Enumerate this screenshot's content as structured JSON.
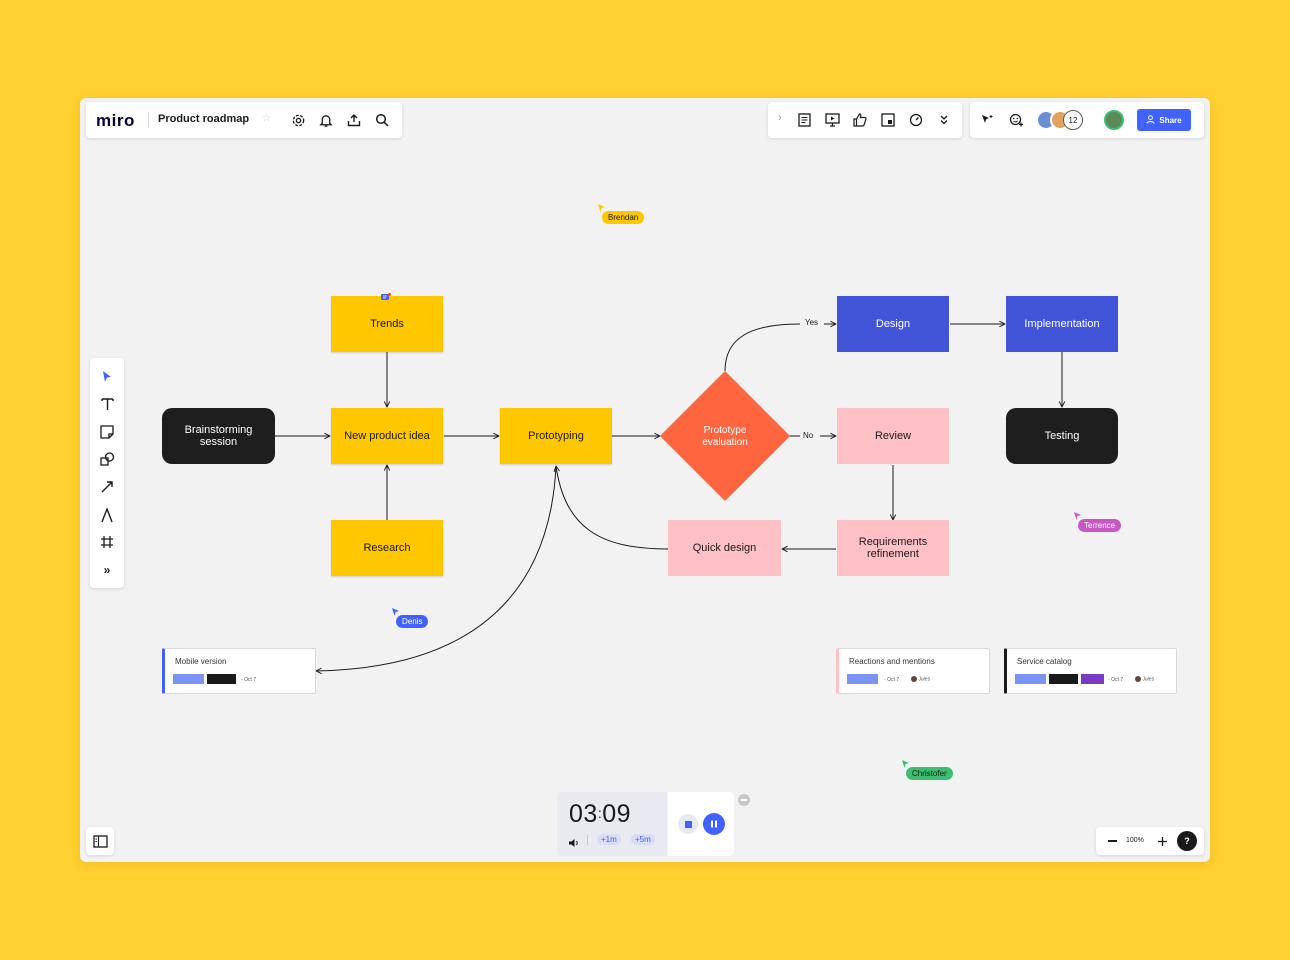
{
  "header": {
    "logo": "miro",
    "board_title": "Product roadmap"
  },
  "collab": {
    "participant_count": "12",
    "share_label": "Share"
  },
  "nodes": {
    "trends": "Trends",
    "brainstorming": "Brainstorming session",
    "new_product_idea": "New product idea",
    "prototyping": "Prototyping",
    "research": "Research",
    "prototype_evaluation": "Prototype evaluation",
    "design": "Design",
    "implementation": "Implementation",
    "review": "Review",
    "testing": "Testing",
    "quick_design": "Quick design",
    "requirements": "Requirements refinement"
  },
  "edge_labels": {
    "yes": "Yes",
    "no": "No"
  },
  "cursors": {
    "brendan": "Brendan",
    "terrence": "Terrence",
    "denis": "Denis",
    "christofer": "Christofer"
  },
  "cards": {
    "mobile": {
      "title": "Mobile version",
      "date": "Oct 7"
    },
    "reactions": {
      "title": "Reactions and mentions",
      "date": "Oct 7",
      "assignee": "Jules"
    },
    "service": {
      "title": "Service catalog",
      "date": "Oct 7",
      "assignee": "Jules"
    }
  },
  "timer": {
    "minutes": "03",
    "seconds": "09",
    "add1": "+1m",
    "add5": "+5m"
  },
  "zoom": {
    "level": "100%",
    "help": "?"
  },
  "colors": {
    "accent": "#4262FF",
    "sticky": "#FFC700",
    "blue": "#4255D9",
    "pink": "#FFC0C6",
    "diamond": "#FF6640",
    "background": "#FFD02F"
  }
}
